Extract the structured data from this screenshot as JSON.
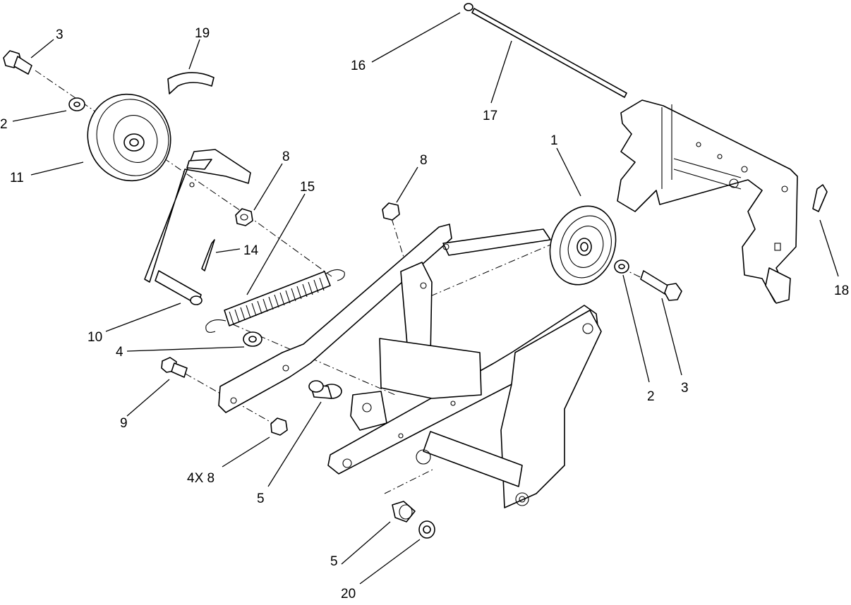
{
  "callouts": {
    "c1": "1",
    "c2_left": "2",
    "c2_right": "2",
    "c3_left": "3",
    "c3_right": "3",
    "c4": "4",
    "c4x8": "4X 8",
    "c5_mid": "5",
    "c5_bottom": "5",
    "c8_left": "8",
    "c8_mid": "8",
    "c9": "9",
    "c10": "10",
    "c11": "11",
    "c14": "14",
    "c15": "15",
    "c16": "16",
    "c17": "17",
    "c18": "18",
    "c19": "19",
    "c20": "20"
  },
  "colors": {
    "line": "#000000",
    "background": "#ffffff"
  }
}
